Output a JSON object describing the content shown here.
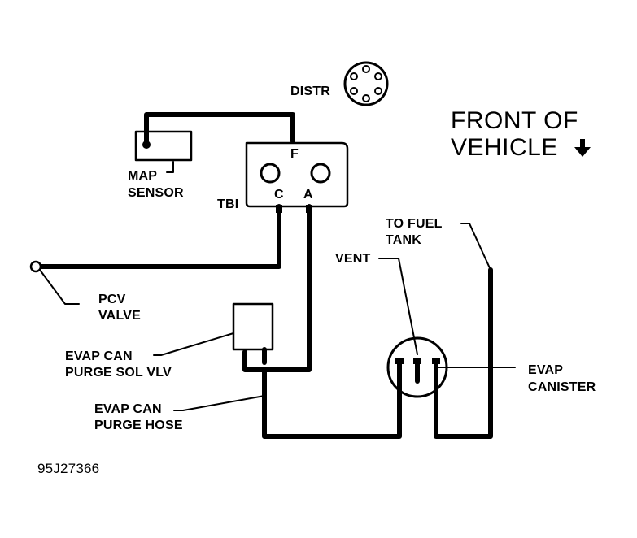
{
  "labels": {
    "distributor": "DISTR",
    "front_line1": "FRONT OF",
    "front_line2": "VEHICLE",
    "map_line1": "MAP",
    "map_line2": "SENSOR",
    "tbi": "TBI",
    "port_f": "F",
    "port_c": "C",
    "port_a": "A",
    "to_fuel_line1": "TO FUEL",
    "to_fuel_line2": "TANK",
    "vent": "VENT",
    "pcv_line1": "PCV",
    "pcv_line2": "VALVE",
    "sol_line1": "EVAP CAN",
    "sol_line2": "PURGE SOL VLV",
    "hose_line1": "EVAP CAN",
    "hose_line2": "PURGE HOSE",
    "canister_line1": "EVAP",
    "canister_line2": "CANISTER",
    "figure_code": "95J27366"
  },
  "colors": {
    "ink": "#000000",
    "paper": "#ffffff"
  },
  "icons": {
    "front_arrow": "down-arrow-icon"
  }
}
